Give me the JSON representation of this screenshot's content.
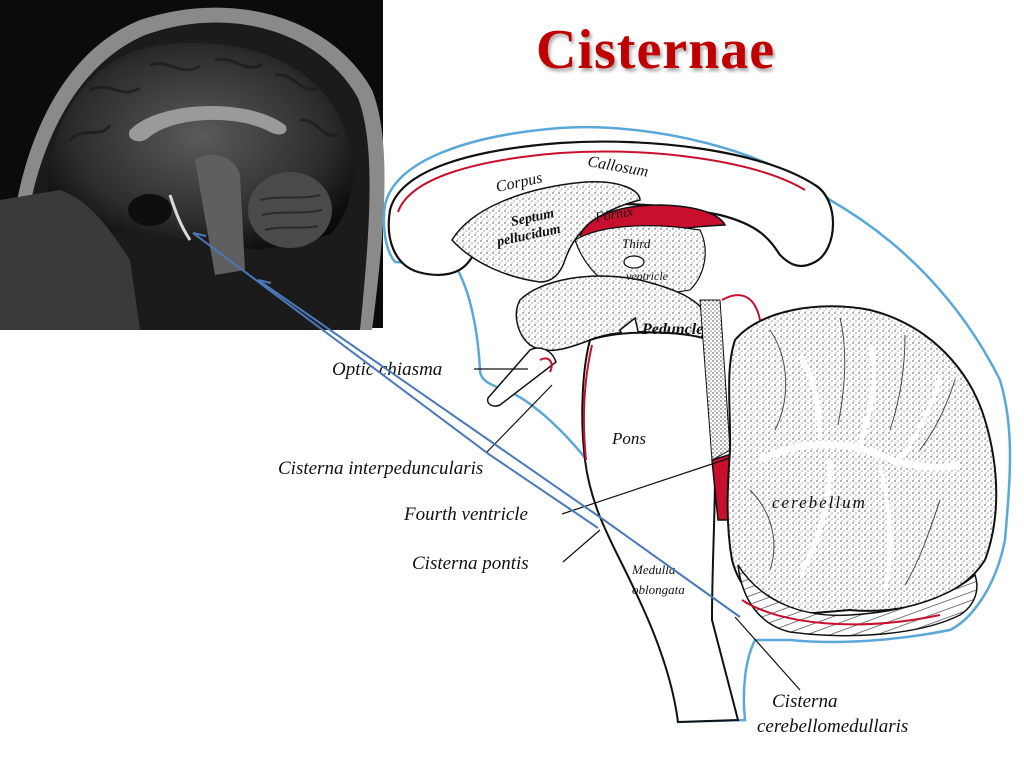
{
  "slide": {
    "title": "Cisternae"
  },
  "diagram": {
    "structure_labels": {
      "corpus_callosum_1": "Corpus",
      "corpus_callosum_2": "Callosum",
      "septum_1": "Septum",
      "septum_2": "pellucidum",
      "fornix": "Fornix",
      "third_ventricle_1": "Third",
      "third_ventricle_2": "ventricle",
      "peduncle": "Peduncle",
      "pons": "Pons",
      "cerebellum": "cerebellum",
      "medulla_1": "Medulla",
      "medulla_2": "oblongata"
    },
    "callouts": {
      "optic_chiasma": "Optic chiasma",
      "cisterna_interpeduncularis": "Cisterna interpeduncularis",
      "fourth_ventricle": "Fourth ventricle",
      "cisterna_pontis": "Cisterna pontis",
      "cisterna_cerebellomedullaris_1": "Cisterna",
      "cisterna_cerebellomedullaris_2": "cerebellomedullaris"
    },
    "colors": {
      "title": "#c00000",
      "csf_outline": "#5aa8d8",
      "red_space": "#c8102e",
      "arrow": "#4a78b8"
    }
  }
}
